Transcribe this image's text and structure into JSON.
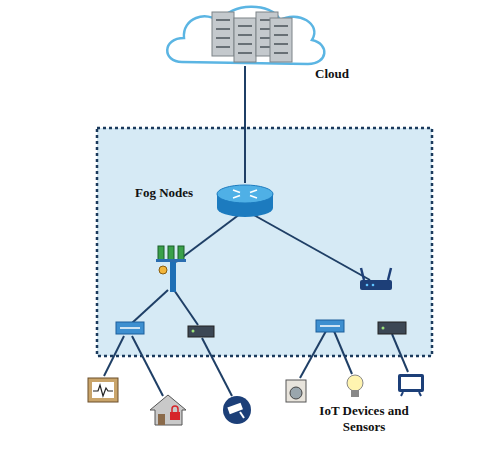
{
  "diagram": {
    "nodes": [
      {
        "text": [
          "Cloud"
        ]
      },
      {
        "text": [
          "Fog Nodes"
        ]
      }
    ],
    "edges": [
      {
        "from": 0,
        "to": 1,
        "arrow": "none"
      }
    ],
    "labels": [
      "IoT Devices and Sensors"
    ]
  }
}
